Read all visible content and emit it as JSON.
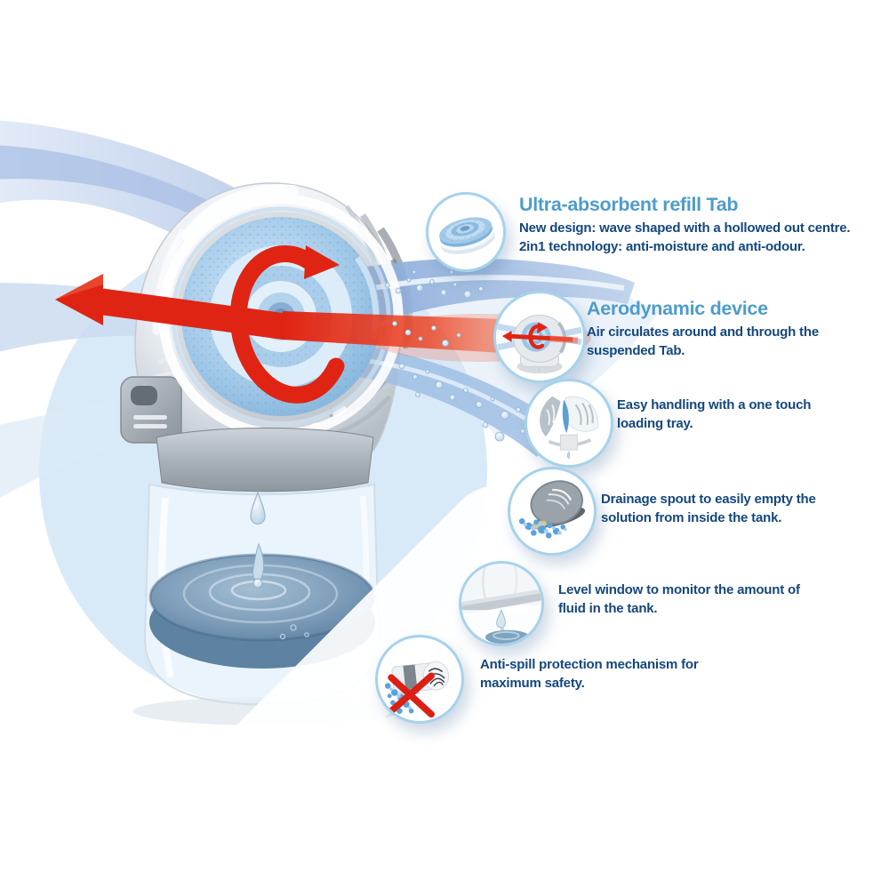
{
  "colors": {
    "heading_blue": "#4E9CC9",
    "body_navy": "#14477D",
    "accent_red": "#E02413",
    "stream_blue": "#8FB0DE",
    "background_circle_blue": "#D8EAF8",
    "thumb_border_blue": "#A6D2EC",
    "tab_blue": "#9CC5E6",
    "water_blue": "#6D8FAC"
  },
  "callouts": [
    {
      "id": "ultra-absorbent-refill-tab",
      "heading": "Ultra-absorbent refill Tab",
      "body": "New design: wave shaped with a hollowed out centre.\n2in1 technology: anti-moisture and anti-odour.",
      "thumbnail": "refill-tab-icon"
    },
    {
      "id": "aerodynamic-device",
      "heading": "Aerodynamic device",
      "body": "Air circulates around and through the\nsuspended Tab.",
      "thumbnail": "aerodynamic-device-icon"
    },
    {
      "id": "easy-handling",
      "body": "Easy handling with a one touch\nloading tray.",
      "thumbnail": "loading-tray-icon"
    },
    {
      "id": "drainage-spout",
      "body": "Drainage spout to easily empty the\nsolution from inside the tank.",
      "thumbnail": "drainage-spout-icon"
    },
    {
      "id": "level-window",
      "body": "Level window to monitor the amount of\nfluid in the tank.",
      "thumbnail": "level-window-icon"
    },
    {
      "id": "anti-spill-protection",
      "body": "Anti-spill protection mechanism for\nmaximum safety.",
      "thumbnail": "anti-spill-icon"
    }
  ]
}
